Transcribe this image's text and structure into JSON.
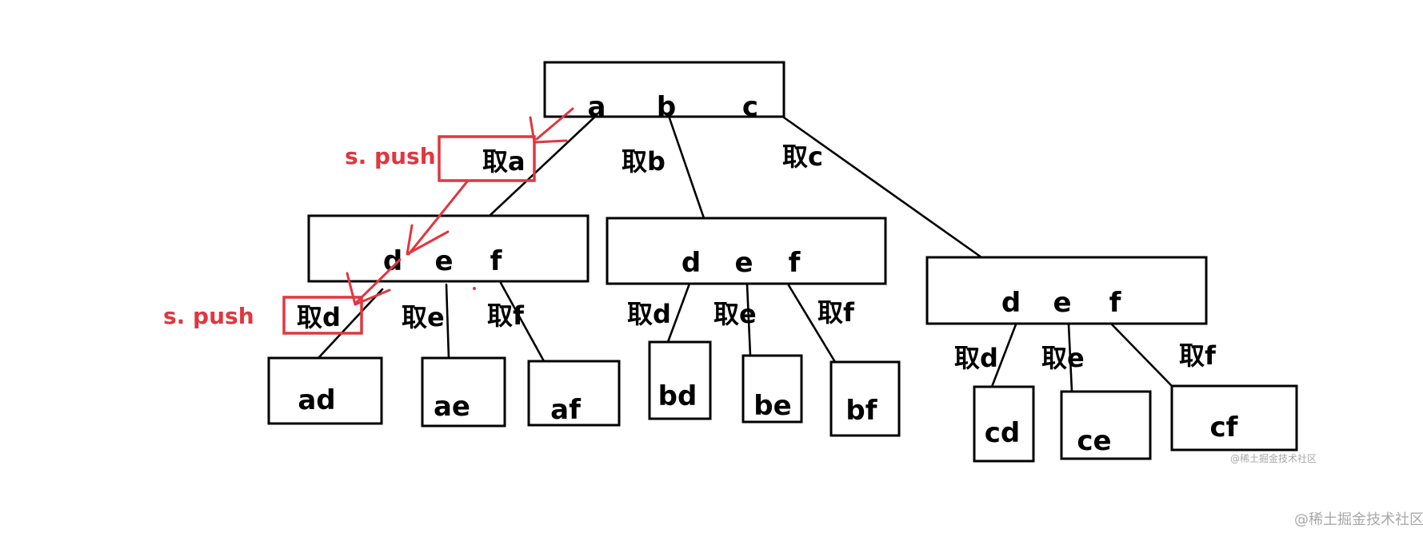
{
  "root": {
    "letters": [
      "a",
      "b",
      "c"
    ]
  },
  "level2": [
    {
      "letters": [
        "d",
        "e",
        "f"
      ]
    },
    {
      "letters": [
        "d",
        "e",
        "f"
      ]
    },
    {
      "letters": [
        "d",
        "e",
        "f"
      ]
    }
  ],
  "edges_top": [
    "取a",
    "取b",
    "取c"
  ],
  "edges_bottom": [
    [
      "取d",
      "取e",
      "取f"
    ],
    [
      "取d",
      "取e",
      "取f"
    ],
    [
      "取d",
      "取e",
      "取f"
    ]
  ],
  "leaves": [
    [
      "ad",
      "ae",
      "af"
    ],
    [
      "bd",
      "be",
      "bf"
    ],
    [
      "cd",
      "ce",
      "cf"
    ]
  ],
  "annotations": {
    "push_1": "s. push",
    "push_2": "s. push"
  },
  "watermarks": {
    "small": "@稀土掘金技术社区",
    "corner": "@稀土掘金技术社区"
  },
  "colors": {
    "highlight": "#e0373f",
    "ink": "#000000",
    "watermark": "#a8a8a8"
  }
}
